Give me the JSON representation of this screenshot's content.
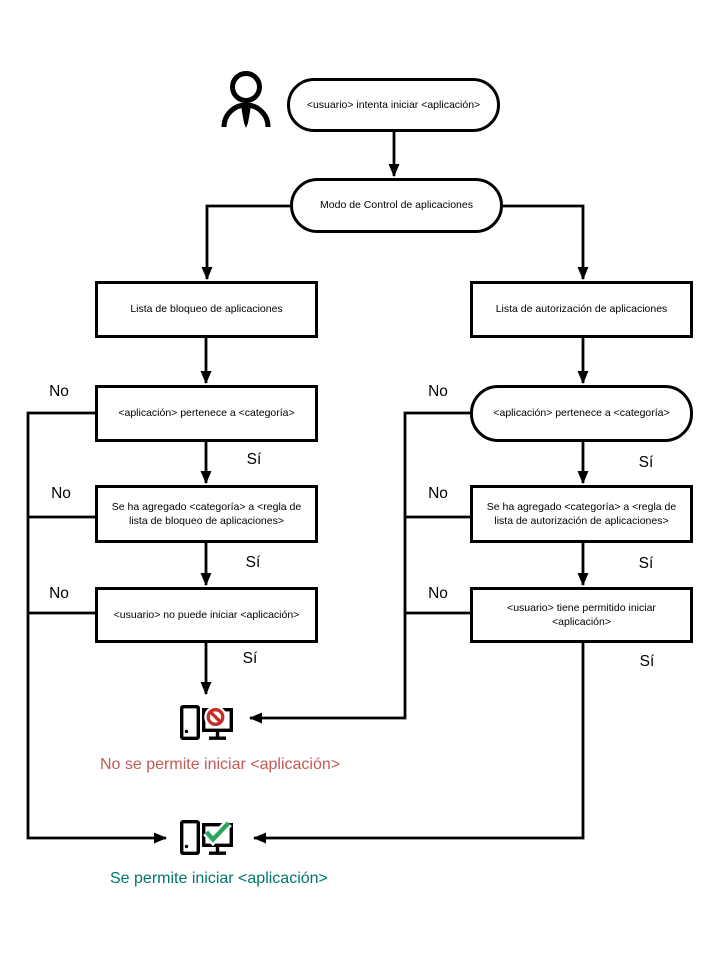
{
  "diagram": {
    "nodes": {
      "start": "<usuario> intenta iniciar <aplicación>",
      "mode": "Modo de Control de aplicaciones",
      "denylist": "Lista de bloqueo de aplicaciones",
      "allowlist": "Lista de autorización de aplicaciones",
      "denylist_category": "<aplicación> pertenece a <categoría>",
      "allowlist_category": "<aplicación> pertenece a <categoría>",
      "denylist_rule": "Se ha agregado <categoría> a <regla de\nlista de bloqueo de aplicaciones>",
      "allowlist_rule": "Se ha agregado <categoría> a <regla de\nlista de autorización de aplicaciones>",
      "denylist_verdict": "<usuario> no puede iniciar <aplicación>",
      "allowlist_verdict": "<usuario> tiene permitido iniciar\n<aplicación>"
    },
    "edge_labels": {
      "no": "No",
      "yes": "Sí"
    },
    "results": {
      "denied": "No se permite iniciar <aplicación>",
      "allowed": "Se permite iniciar <aplicación>"
    },
    "colors": {
      "line": "#000000",
      "denied_text": "#c45a54",
      "allowed_text": "#00766a",
      "prohibition_icon": "#c62d28",
      "checkmark_icon": "#2ba45e"
    }
  }
}
